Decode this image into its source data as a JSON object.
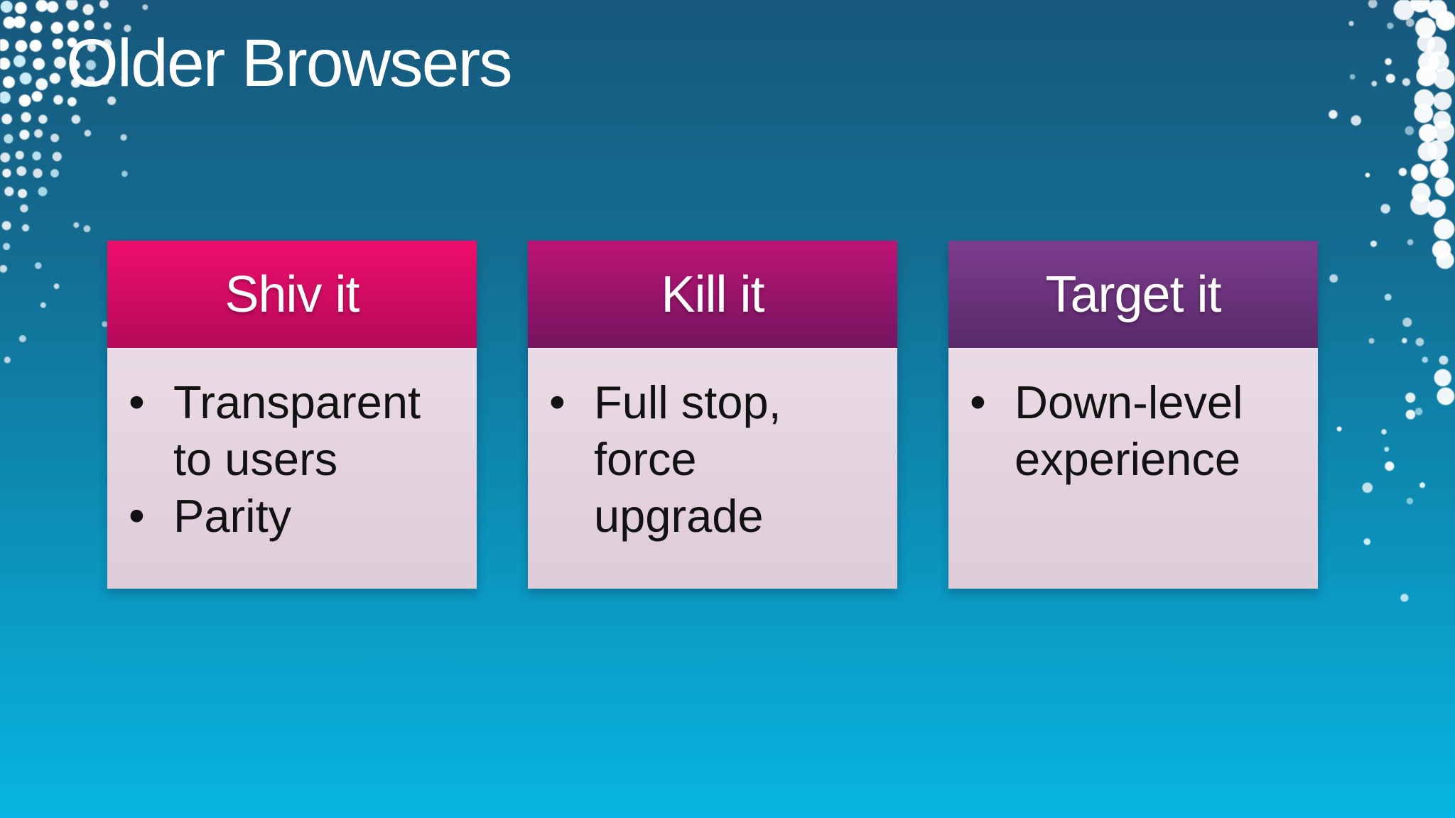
{
  "slide": {
    "title": "Older Browsers",
    "background": {
      "top": "#17587c",
      "bottom": "#07b6e2"
    },
    "text_colors": {
      "title": "#ffffff",
      "card_header": "#ffffff",
      "card_body": "#121212"
    },
    "cards": [
      {
        "title": "Shiv it",
        "bullets": [
          "Transparent to users",
          "Parity"
        ],
        "header_top": "#ee0e6b",
        "header_bottom": "#b40a5a",
        "body_color": "#e4d3df"
      },
      {
        "title": "Kill it",
        "bullets": [
          "Full stop, force upgrade"
        ],
        "header_top": "#bd1375",
        "header_bottom": "#741560",
        "body_color": "#e4d3df"
      },
      {
        "title": "Target it",
        "bullets": [
          "Down-level experience"
        ],
        "header_top": "#7d3c8e",
        "header_bottom": "#582a68",
        "body_color": "#e4d3df"
      }
    ]
  }
}
